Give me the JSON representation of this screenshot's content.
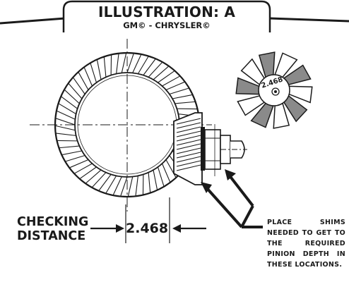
{
  "title": "ILLUSTRATION: A",
  "subtitle": "GM© - CHRYSLER©",
  "pinion_marking": "2.468",
  "checking_label_line1": "CHECKING",
  "checking_label_line2": "DISTANCE",
  "checking_distance_value": "2.468",
  "shim_note": "PLACE SHIMS NEEDED TO GET TO THE REQUIRED PINION DEPTH IN THESE LOCATIONS."
}
